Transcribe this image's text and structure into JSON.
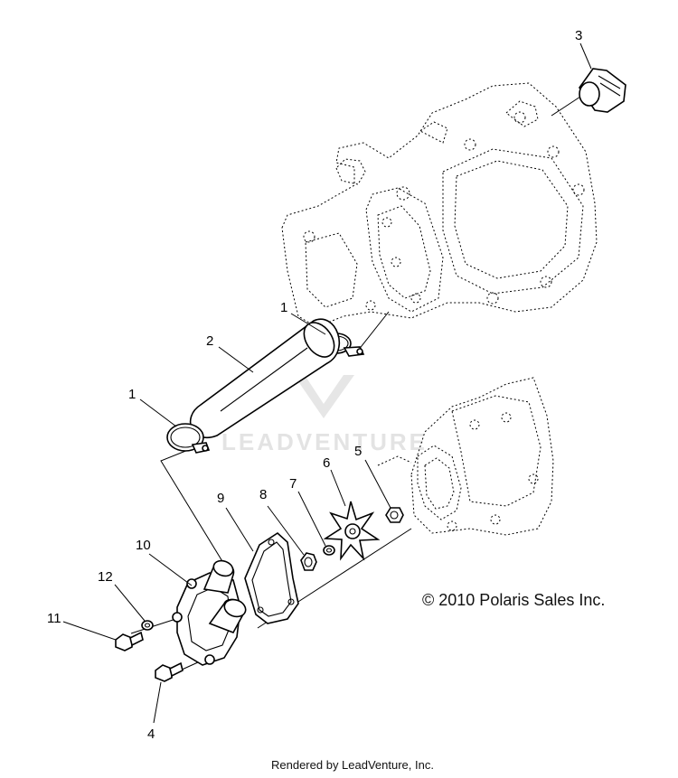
{
  "diagram": {
    "callouts": [
      "3",
      "1",
      "2",
      "1",
      "5",
      "6",
      "7",
      "8",
      "9",
      "10",
      "12",
      "11",
      "4"
    ],
    "watermark": "LEADVENTURE",
    "copyright": "© 2010  Polaris Sales Inc.",
    "footer": "Rendered by LeadVenture, Inc."
  }
}
